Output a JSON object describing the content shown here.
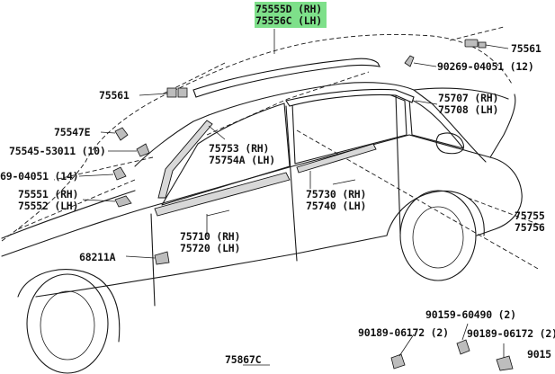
{
  "colors": {
    "highlight": "#7ee08a",
    "ink": "#111111"
  },
  "labels": {
    "p75555d": "75555D (RH)",
    "p75556c": "75556C (LH)",
    "p75561_top": "75561",
    "p90269_12": "90269-04051 (12)",
    "p75561_left": "75561",
    "p75707": "75707 (RH)",
    "p75708": "75708 (LH)",
    "p75547e": "75547E",
    "p75545": "75545-53011 (10)",
    "p90269_14": "69-04051 (14)",
    "p75753": "75753 (RH)",
    "p75754a": "75754A (LH)",
    "p75551": "75551 (RH)",
    "p75552": "75552 (LH)",
    "p75730": "75730 (RH)",
    "p75740": "75740 (LH)",
    "p75755": "75755",
    "p75756": "75756",
    "p75710": "75710 (RH)",
    "p75720": "75720 (LH)",
    "p68211a": "68211A",
    "p90159_2": "90159-60490 (2)",
    "p90189_2a": "90189-06172 (2)",
    "p90189_2b": "90189-06172 (2)",
    "p9015": "9015",
    "p75867c": "75867C"
  }
}
